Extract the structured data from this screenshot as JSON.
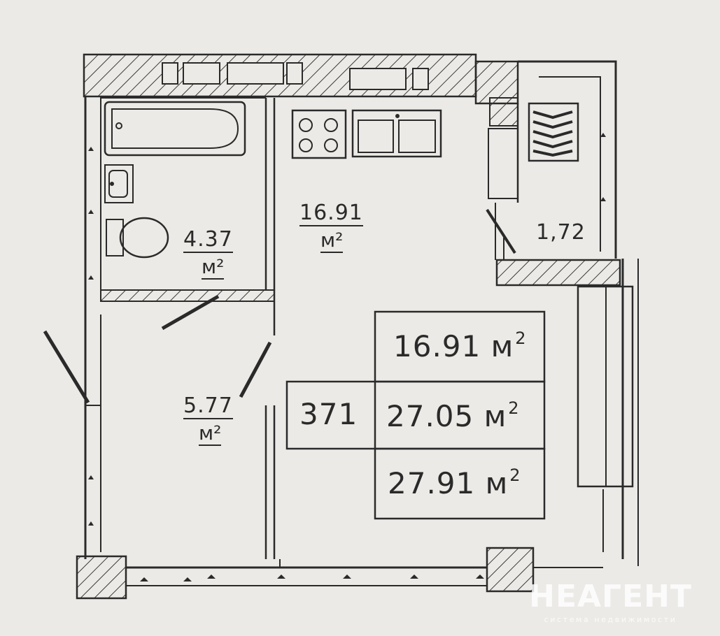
{
  "rooms": {
    "kitchen_living": {
      "area": "16.91",
      "unit": "м²"
    },
    "bathroom": {
      "area": "4.37",
      "unit": "м²"
    },
    "hall": {
      "area": "5.77",
      "unit": "м²"
    },
    "loggia": {
      "area": "1,72"
    }
  },
  "summary_table": {
    "apartment_number": "371",
    "living_area": "16.91 м",
    "total_area": "27.05 м",
    "total_area_with_loggia": "27.91 м",
    "unit_exponent": "2"
  },
  "watermark": {
    "brand": "НЕАГЕНТ",
    "tagline": "система недвижимости"
  },
  "colors": {
    "paper": "#eceae6",
    "ink": "#2a2a2a",
    "hatch": "#3a3a3a"
  }
}
